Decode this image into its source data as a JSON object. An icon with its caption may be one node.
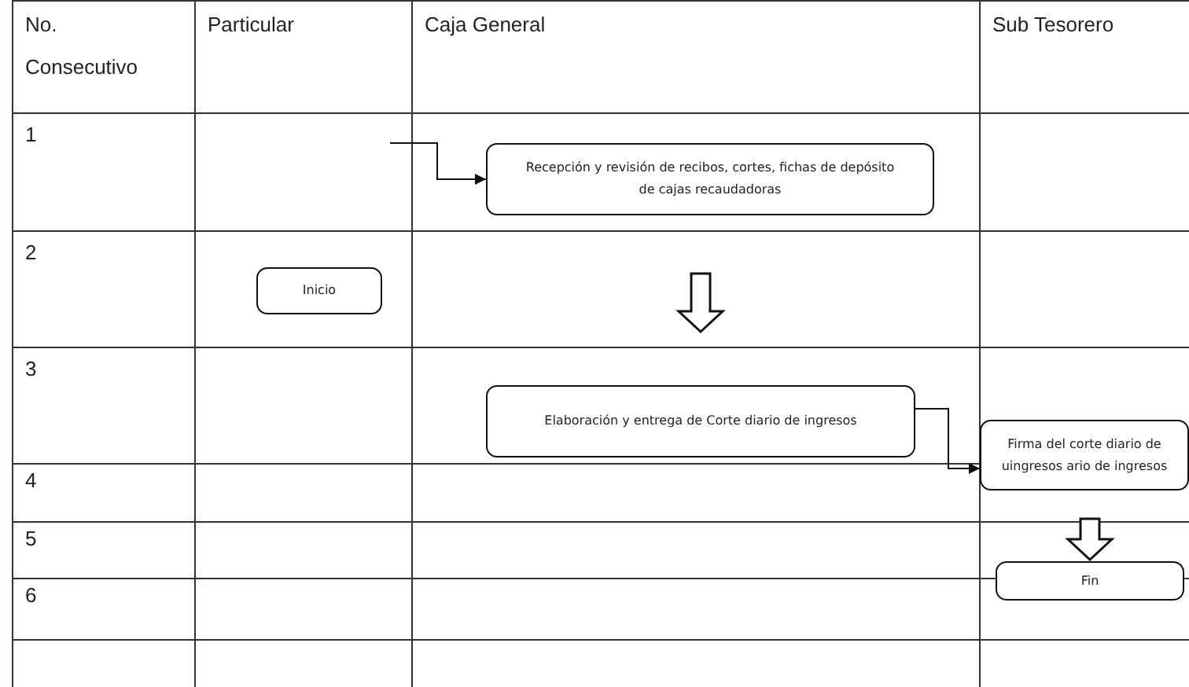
{
  "diagram": {
    "nodes": [
      {
        "text": [
          "Inicio"
        ]
      },
      {
        "text": [
          "Recepción y revisión de recibos, cortes, fichas de depósito de cajas recaudadoras"
        ]
      },
      {
        "text": [
          "Elaboración y entrega de Corte diario de ingresos"
        ]
      },
      {
        "text": [
          "Firma del corte diario de uingresos ario de ingresos"
        ]
      },
      {
        "text": [
          "Fin"
        ]
      }
    ],
    "edges": [
      {
        "from": null,
        "to": 1,
        "arrow": "to"
      },
      {
        "from": 1,
        "to": 2,
        "arrow": "to",
        "style": "thick"
      },
      {
        "from": 2,
        "to": 3,
        "arrow": "to"
      },
      {
        "from": 3,
        "to": 4,
        "arrow": "to",
        "style": "thick"
      }
    ],
    "labels": [
      "No. Consecutivo",
      "Particular",
      "Caja General",
      "Sub Tesorero",
      "1",
      "2",
      "3",
      "4",
      "5",
      "6"
    ]
  }
}
